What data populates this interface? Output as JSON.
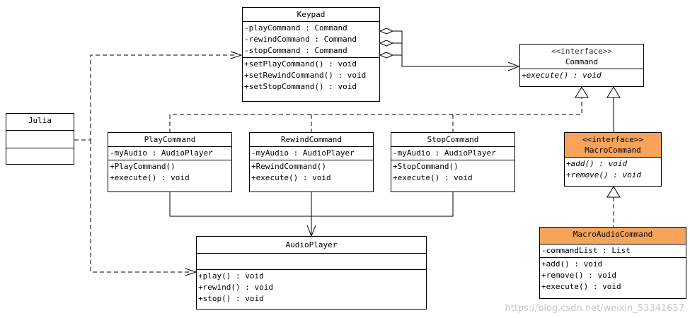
{
  "classes": {
    "keypad": {
      "name": "Keypad",
      "attributes": [
        "-playCommand : Command",
        "-rewindCommand : Command",
        "-stopCommand : Command"
      ],
      "methods": [
        "+setPlayCommand() : void",
        "+setRewindCommand() : void",
        "+setStopCommand() : void"
      ]
    },
    "command": {
      "stereotype": "<<interface>>",
      "name": "Command",
      "methods": [
        "+execute() : void"
      ]
    },
    "julia": {
      "name": "Julia"
    },
    "play_command": {
      "name": "PlayCommand",
      "attributes": [
        "-myAudio : AudioPlayer"
      ],
      "methods": [
        "+PlayCommand()",
        "+execute() : void"
      ]
    },
    "rewind_command": {
      "name": "RewindCommand",
      "attributes": [
        "-myAudio : AudioPlayer"
      ],
      "methods": [
        "+RewindCommand()",
        "+execute() : void"
      ]
    },
    "stop_command": {
      "name": "StopCommand",
      "attributes": [
        "-myAudio : AudioPlayer"
      ],
      "methods": [
        "+StopCommand()",
        "+execute() : void"
      ]
    },
    "macro_command": {
      "stereotype": "<<interface>>",
      "name": "MacroCommand",
      "methods": [
        "+add() : void",
        "+remove() : void"
      ]
    },
    "audio_player": {
      "name": "AudioPlayer",
      "methods": [
        "+play() : void",
        "+rewind() : void",
        "+stop() : void"
      ]
    },
    "macro_audio_command": {
      "name": "MacroAudioCommand",
      "attributes": [
        "-commandList : List"
      ],
      "methods": [
        "+add() : void",
        "+remove() : void",
        "+execute() : void"
      ]
    }
  },
  "colors": {
    "highlight": "#f7a35c",
    "line": "#000000",
    "watermark": "#c8c8c8"
  },
  "watermark": "https://blog.csdn.net/weixin_53341657"
}
